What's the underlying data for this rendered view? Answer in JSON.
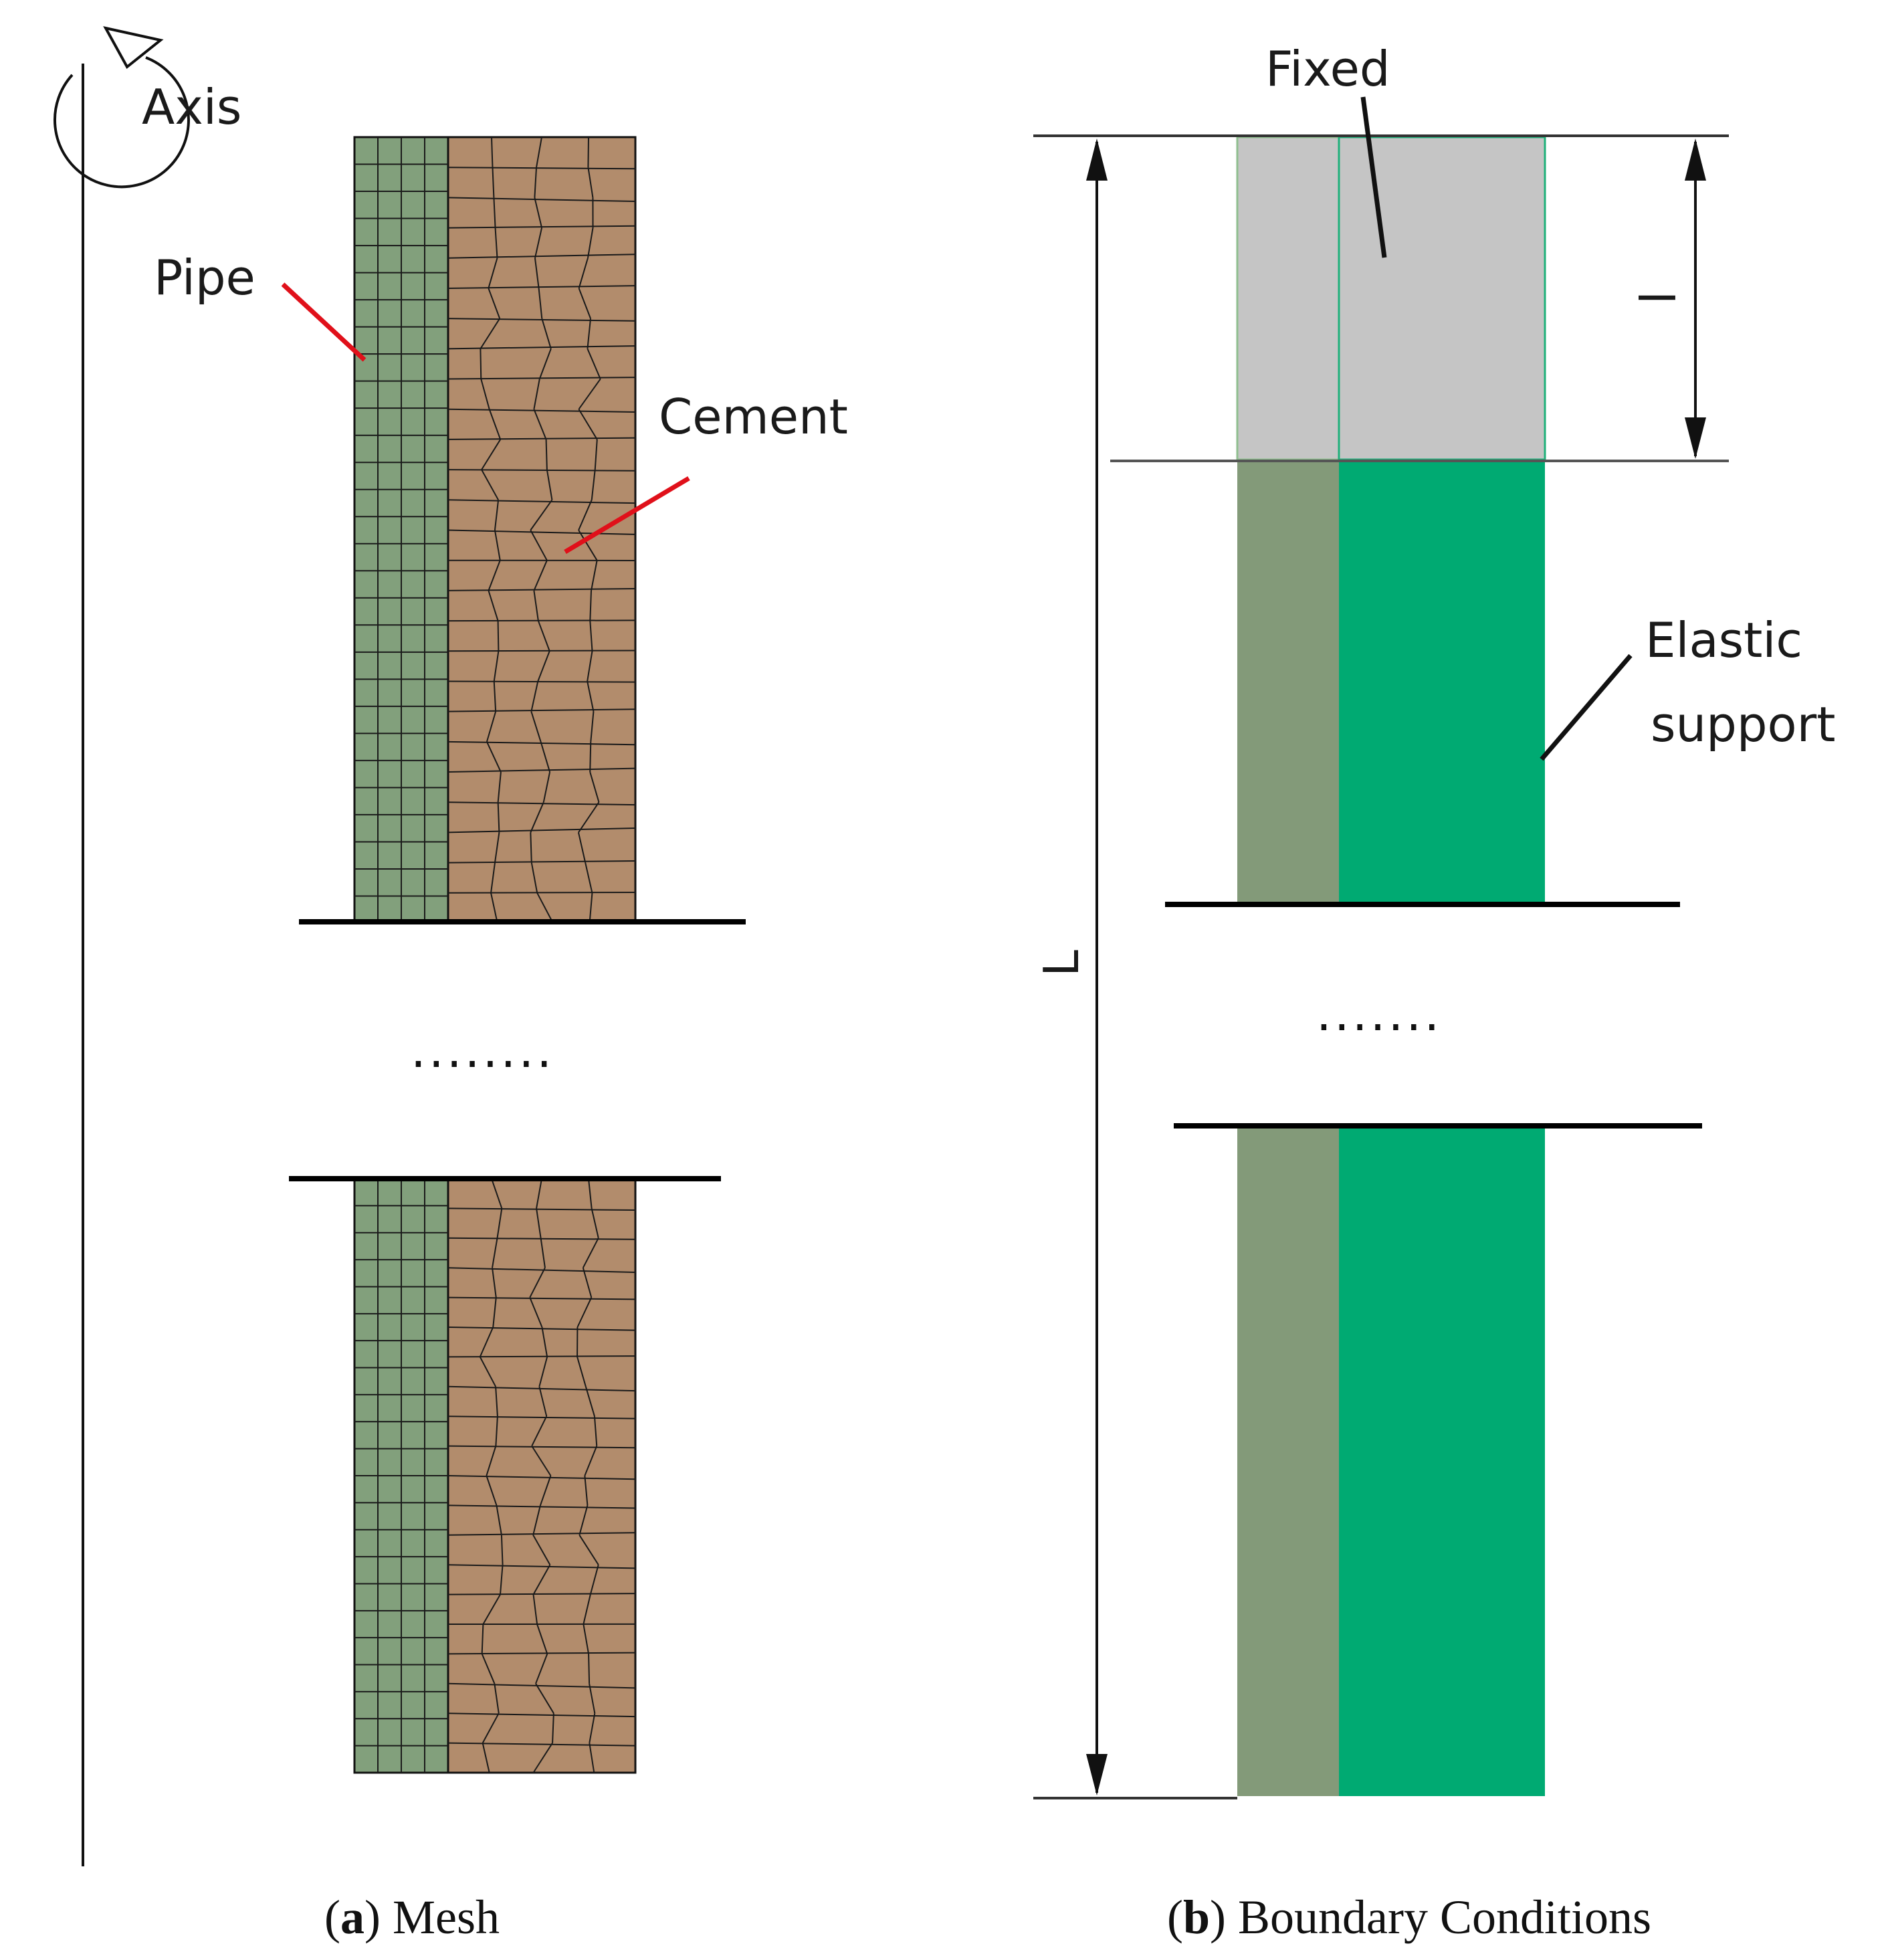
{
  "panel_a": {
    "labels": {
      "axis": "Axis",
      "pipe": "Pipe",
      "cement": "Cement",
      "ellipsis": "........"
    },
    "caption": {
      "letter": "a",
      "text": " Mesh"
    },
    "colors": {
      "pipe": "#82a07c",
      "cement": "#b28c6c",
      "leader": "#e0101a"
    }
  },
  "panel_b": {
    "labels": {
      "fixed": "Fixed",
      "elastic_line1": "Elastic",
      "elastic_line2": "support",
      "ellipsis": ".......",
      "dim_total": "L",
      "dim_fixed": "l"
    },
    "caption": {
      "letter": "b",
      "text": " Boundary Conditions"
    },
    "colors": {
      "pipe": "#839a79",
      "soil": "#00aa72",
      "fixed": "#c5c5c5"
    }
  }
}
